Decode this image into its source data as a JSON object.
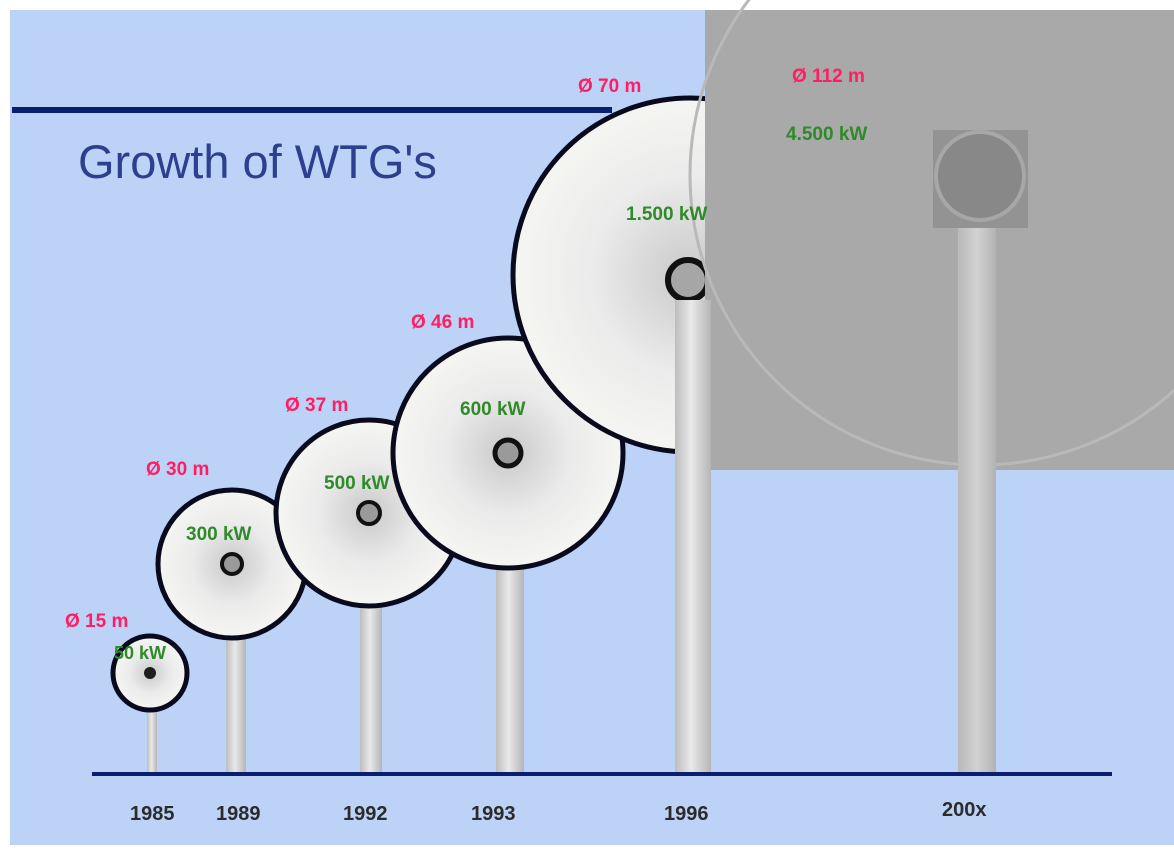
{
  "title": "Growth of WTG's",
  "turbines": [
    {
      "year": "1985",
      "diameter": "Ø 15 m",
      "power": "50 kW"
    },
    {
      "year": "1989",
      "diameter": "Ø 30 m",
      "power": "300 kW"
    },
    {
      "year": "1992",
      "diameter": "Ø 37 m",
      "power": "500 kW"
    },
    {
      "year": "1993",
      "diameter": "Ø 46 m",
      "power": "600 kW"
    },
    {
      "year": "1996",
      "diameter": "Ø 70 m",
      "power": "1.500 kW"
    },
    {
      "year": "200x",
      "diameter": "Ø 112 m",
      "power": "4.500 kW"
    }
  ],
  "colors": {
    "background": "#bcd3f7",
    "title": "#2d3f8f",
    "diameter_label": "#ff1e63",
    "power_label": "#2f8a2a",
    "outline": "#0a0a1e",
    "overlay": "#a9a9a9"
  }
}
